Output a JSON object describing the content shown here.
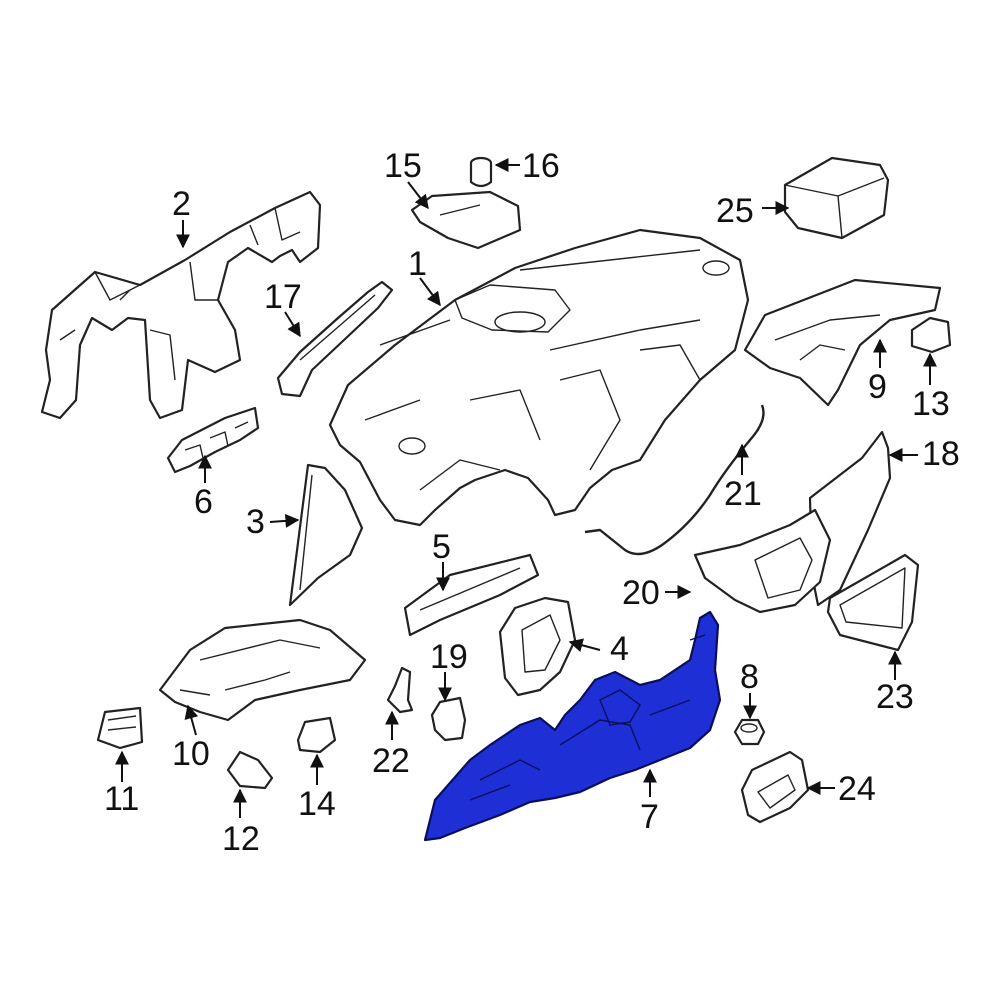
{
  "highlight_color": "#1f2fd6",
  "callouts": {
    "c1": "1",
    "c2": "2",
    "c3": "3",
    "c4": "4",
    "c5": "5",
    "c6": "6",
    "c7": "7",
    "c8": "8",
    "c9": "9",
    "c10": "10",
    "c11": "11",
    "c12": "12",
    "c13": "13",
    "c14": "14",
    "c15": "15",
    "c16": "16",
    "c17": "17",
    "c18": "18",
    "c19": "19",
    "c20": "20",
    "c21": "21",
    "c22": "22",
    "c23": "23",
    "c24": "24",
    "c25": "25"
  }
}
